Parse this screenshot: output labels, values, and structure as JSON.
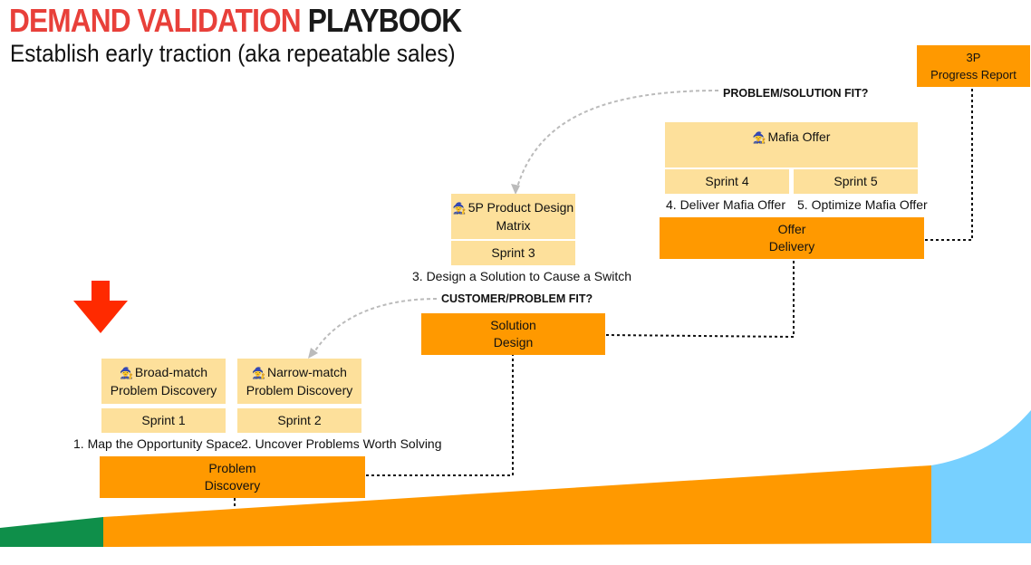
{
  "title": {
    "part1": "DEMAND VALIDATION",
    "part2": "PLAYBOOK"
  },
  "subtitle": "Establish early traction (aka repeatable sales)",
  "stages": {
    "problem_discovery": {
      "line1": "Problem",
      "line2": "Discovery"
    },
    "solution_design": {
      "line1": "Solution",
      "line2": "Design"
    },
    "offer_delivery": {
      "line1": "Offer",
      "line2": "Delivery"
    },
    "progress_report": {
      "line1": "3P",
      "line2": "Progress Report"
    }
  },
  "activities": {
    "broad_match": {
      "emoji": "🧙",
      "line1": "Broad-match",
      "line2": "Problem Discovery"
    },
    "narrow_match": {
      "emoji": "🧙",
      "line1": "Narrow-match",
      "line2": "Problem Discovery"
    },
    "product_design": {
      "emoji": "🧙",
      "line1": "5P Product Design",
      "line2": "Matrix"
    },
    "mafia_offer": {
      "emoji": "🧙",
      "line1": "Mafia Offer"
    }
  },
  "sprints": {
    "s1": "Sprint 1",
    "s2": "Sprint 2",
    "s3": "Sprint 3",
    "s4": "Sprint 4",
    "s5": "Sprint 5"
  },
  "steps": {
    "step1": "1. Map the Opportunity Space",
    "step2": "2. Uncover Problems Worth Solving",
    "step3": "3. Design a Solution to Cause a Switch",
    "step4": "4. Deliver Mafia Offer",
    "step5": "5. Optimize Mafia Offer"
  },
  "fits": {
    "customer_problem": "CUSTOMER/PROBLEM FIT?",
    "problem_solution": "PROBLEM/SOLUTION FIT?"
  },
  "colors": {
    "title_red": "#e8403a",
    "orange": "#ff9900",
    "light_orange": "#fde09b",
    "green": "#0f8f4a",
    "blue": "#77d0ff",
    "arrow_red": "#ff2a00",
    "connector_gray": "#bbbbbb"
  }
}
